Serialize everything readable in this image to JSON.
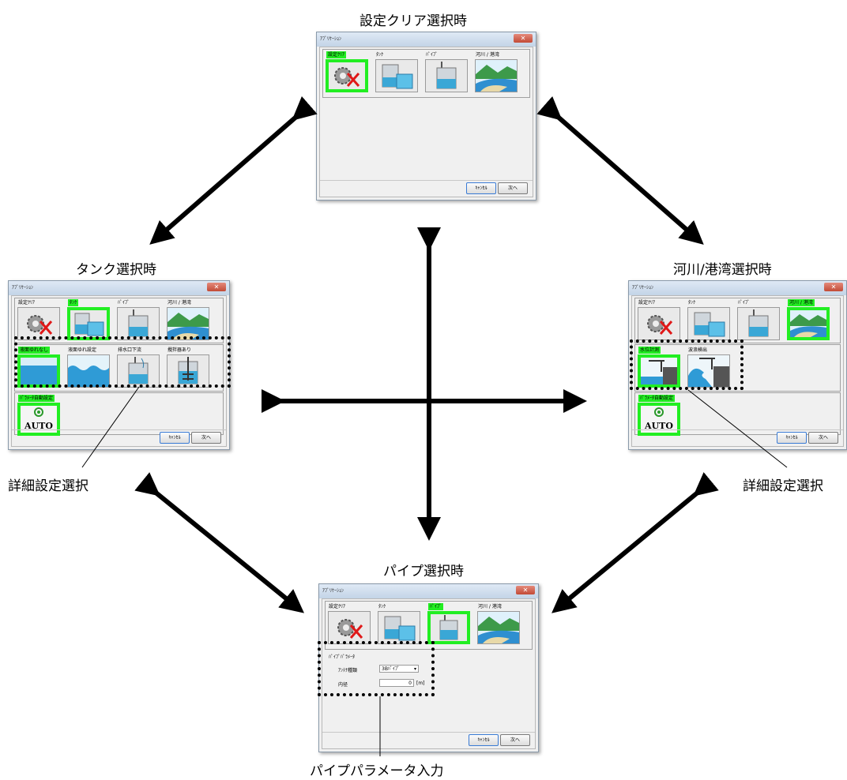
{
  "captions": {
    "top": "設定クリア選択時",
    "left": "タンク選択時",
    "right": "河川/港湾選択時",
    "bottom": "パイプ選択時",
    "callout_left": "詳細設定選択",
    "callout_right": "詳細設定選択",
    "callout_bottom": "パイプパラメータ入力"
  },
  "dialog": {
    "title": "ｱﾌﾟﾘｹｰｼｮﾝ",
    "close": "✕",
    "cancel": "ｷｬﾝｾﾙ",
    "next": "次へ",
    "apps": [
      "設定ｸﾘｱ",
      "ﾀﾝｸ",
      "ﾊﾟｲﾌﾟ",
      "河川 / 港湾"
    ]
  },
  "tank": {
    "details": [
      "液面ゆれなし",
      "液面ゆれ設定",
      "排水口下流",
      "攪拌器あり"
    ],
    "auto_label": "ﾊﾟﾗﾒｰﾀ自動設定",
    "auto_text": "AUTO"
  },
  "river": {
    "details": [
      "水位計測",
      "波浪検出"
    ],
    "auto_label": "ﾊﾟﾗﾒｰﾀ自動設定",
    "auto_text": "AUTO"
  },
  "pipe": {
    "group": "ﾊﾟｲﾌﾟﾊﾟﾗﾒｰﾀ",
    "antenna_label": "ｱﾝﾃﾅ種類",
    "antenna_value": "3Bﾊﾟｲﾌﾟ",
    "diameter_label": "内径",
    "diameter_value": "0",
    "diameter_unit": "[m]"
  }
}
